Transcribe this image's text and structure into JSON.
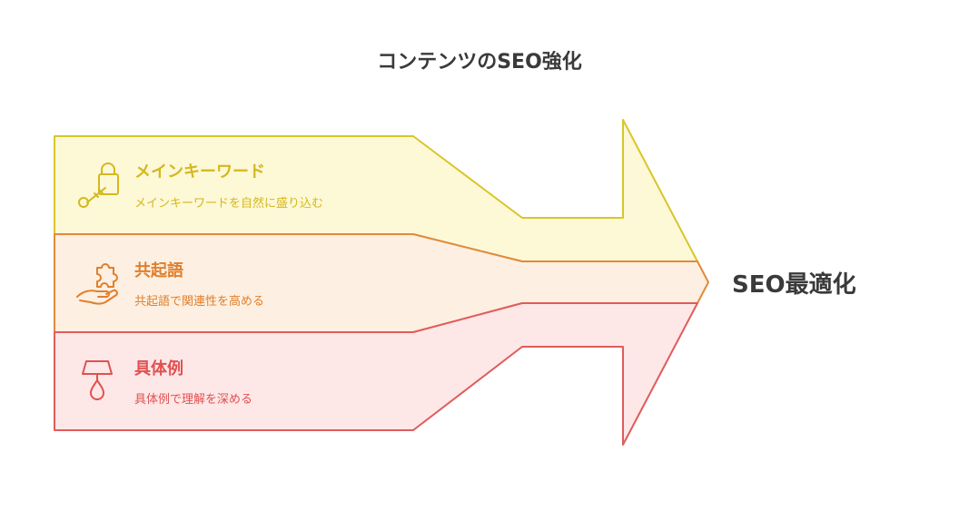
{
  "title": "コンテンツのSEO強化",
  "result": "SEO最適化",
  "colors": {
    "yellow_fill": "#fdf8d6",
    "yellow_stroke": "#d8c62a",
    "yellow_text": "#d4b81e",
    "orange_fill": "#fdefe1",
    "orange_stroke": "#e08a3c",
    "orange_text": "#e07f2c",
    "red_fill": "#fde7e7",
    "red_stroke": "#e05b5b",
    "red_text": "#e05151"
  },
  "stages": [
    {
      "title": "メインキーワード",
      "desc": "メインキーワードを自然に盛り込む",
      "icon": "lock-key-icon",
      "color": "yellow"
    },
    {
      "title": "共起語",
      "desc": "共起語で関連性を高める",
      "icon": "hand-puzzle-icon",
      "color": "orange"
    },
    {
      "title": "具体例",
      "desc": "具体例で理解を深める",
      "icon": "lamp-icon",
      "color": "red"
    }
  ]
}
